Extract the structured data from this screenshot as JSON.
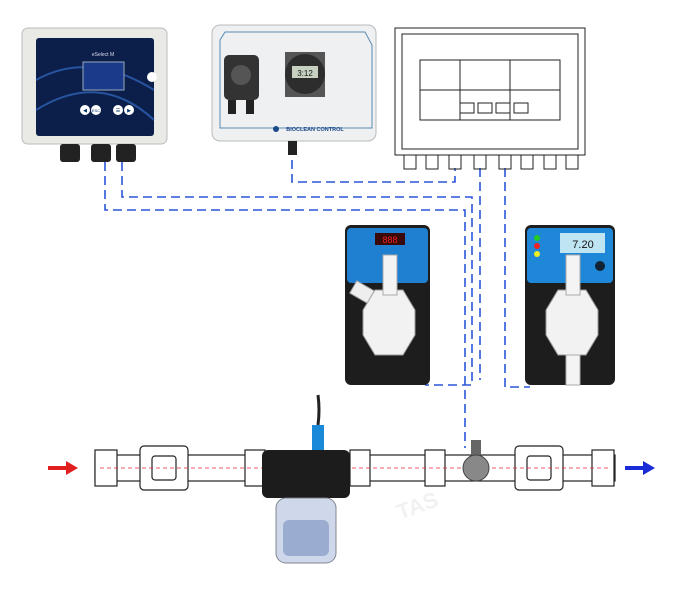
{
  "title": "Dosing system installation diagram",
  "devices": {
    "controller": {
      "model_label": "eSelect M",
      "buttons": [
        "◀",
        "ESC",
        "☰",
        "▶"
      ]
    },
    "timer_panel": {
      "brand": "BIOCLEAN CONTROL",
      "timer_display": "3:12"
    },
    "pump_left": {
      "display": "888"
    },
    "pump_right": {
      "display": "7.20"
    }
  },
  "watermark": "TAS",
  "colors": {
    "inlet": "#e02020",
    "outlet": "#1a2bd8",
    "wiring": "#2a56d8"
  }
}
